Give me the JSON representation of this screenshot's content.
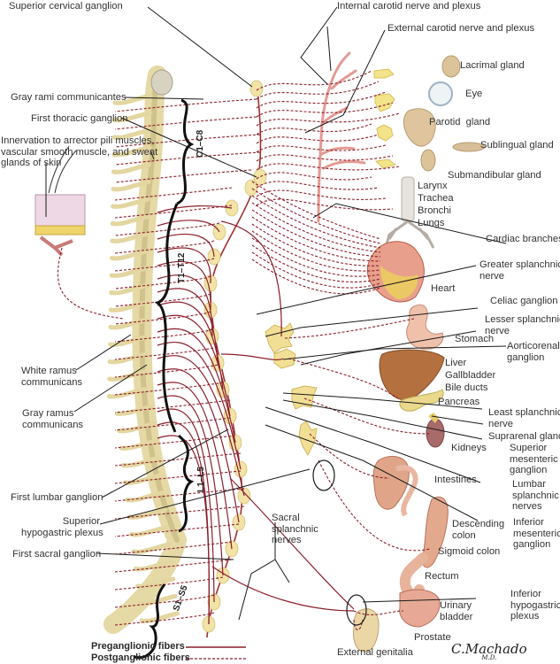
{
  "figure": {
    "title": "Sympathetic nervous system schema",
    "artist_signature": "C.Machado",
    "artist_suffix": "M.D."
  },
  "colors": {
    "preganglionic": "#8b1e2b",
    "postganglionic": "#8b1e2b",
    "leader": "#1a1a1a",
    "ganglion_fill": "#f2e3a6",
    "spine_fill": "#ece2b4",
    "bracket": "#111111"
  },
  "spinal_segments": [
    {
      "id": "cervical",
      "label": "C1–C8"
    },
    {
      "id": "thoracic",
      "label": "T1–T12"
    },
    {
      "id": "lumbar",
      "label": "L1–L5"
    },
    {
      "id": "sacral",
      "label": "S1–S5"
    }
  ],
  "labels_left": [
    {
      "id": "superior-cervical-ganglion",
      "text": "Superior cervical ganglion"
    },
    {
      "id": "gray-rami-communicantes",
      "text": "Gray rami communicantes"
    },
    {
      "id": "first-thoracic-ganglion",
      "text": "First thoracic ganglion"
    },
    {
      "id": "skin-innervation",
      "text": "Innervation to arrector pili muscles,\nvascular smooth muscle, and sweat\nglands of skin"
    },
    {
      "id": "white-ramus",
      "text": "White ramus\ncommunicans"
    },
    {
      "id": "gray-ramus",
      "text": "Gray ramus\ncommunicans"
    },
    {
      "id": "first-lumbar-ganglion",
      "text": "First lumbar ganglion"
    },
    {
      "id": "superior-hypogastric-plexus",
      "text": "Superior\nhypogastric plexus"
    },
    {
      "id": "first-sacral-ganglion",
      "text": "First sacral ganglion"
    }
  ],
  "labels_top": [
    {
      "id": "internal-carotid",
      "text": "Internal carotid nerve and plexus"
    },
    {
      "id": "external-carotid",
      "text": "External carotid nerve and plexus"
    }
  ],
  "labels_organs": [
    {
      "id": "lacrimal-gland",
      "text": "Lacrimal gland"
    },
    {
      "id": "eye",
      "text": "Eye"
    },
    {
      "id": "parotid-gland",
      "text": "Parotid  gland"
    },
    {
      "id": "sublingual-gland",
      "text": "Sublingual gland"
    },
    {
      "id": "submandibular-gland",
      "text": "Submandibular gland"
    },
    {
      "id": "respiratory",
      "text": "Larynx\nTrachea\nBronchi\nLungs"
    },
    {
      "id": "heart",
      "text": "Heart"
    },
    {
      "id": "stomach",
      "text": "Stomach"
    },
    {
      "id": "liver",
      "text": "Liver\nGallbladder\nBile ducts"
    },
    {
      "id": "pancreas",
      "text": "Pancreas"
    },
    {
      "id": "kidneys",
      "text": "Kidneys"
    },
    {
      "id": "intestines",
      "text": "Intestines"
    },
    {
      "id": "descending-colon",
      "text": "Descending\ncolon"
    },
    {
      "id": "sigmoid-colon",
      "text": "Sigmoid colon"
    },
    {
      "id": "rectum",
      "text": "Rectum"
    },
    {
      "id": "urinary-bladder",
      "text": "Urinary\nbladder"
    },
    {
      "id": "prostate",
      "text": "Prostate"
    },
    {
      "id": "external-genitalia",
      "text": "External genitalia"
    },
    {
      "id": "sacral-splanchnic",
      "text": "Sacral\nsplanchnic\nnerves"
    }
  ],
  "labels_right": [
    {
      "id": "cardiac-branches",
      "text": "Cardiac branches"
    },
    {
      "id": "greater-splanchnic",
      "text": "Greater splanchnic\nnerve"
    },
    {
      "id": "celiac-ganglion",
      "text": "Celiac ganglion"
    },
    {
      "id": "lesser-splanchnic",
      "text": "Lesser splanchnic\nnerve"
    },
    {
      "id": "aorticorenal-ganglion",
      "text": "Aorticorenal\nganglion"
    },
    {
      "id": "least-splanchnic",
      "text": "Least splanchnic\nnerve"
    },
    {
      "id": "suprarenal-gland",
      "text": "Suprarenal gland"
    },
    {
      "id": "superior-mesenteric-ganglion",
      "text": "Superior\nmesenteric\nganglion"
    },
    {
      "id": "lumbar-splanchnic",
      "text": "Lumbar\nsplanchnic\nnerves"
    },
    {
      "id": "inferior-mesenteric-ganglion",
      "text": "Inferior\nmesenteric\nganglion"
    },
    {
      "id": "inferior-hypogastric-plexus",
      "text": "Inferior\nhypogastric\nplexus"
    }
  ],
  "legend": [
    {
      "id": "preganglionic",
      "text": "Preganglionic fibers",
      "style": "solid"
    },
    {
      "id": "postganglionic",
      "text": "Postganglionic fibers",
      "style": "dashed"
    }
  ]
}
